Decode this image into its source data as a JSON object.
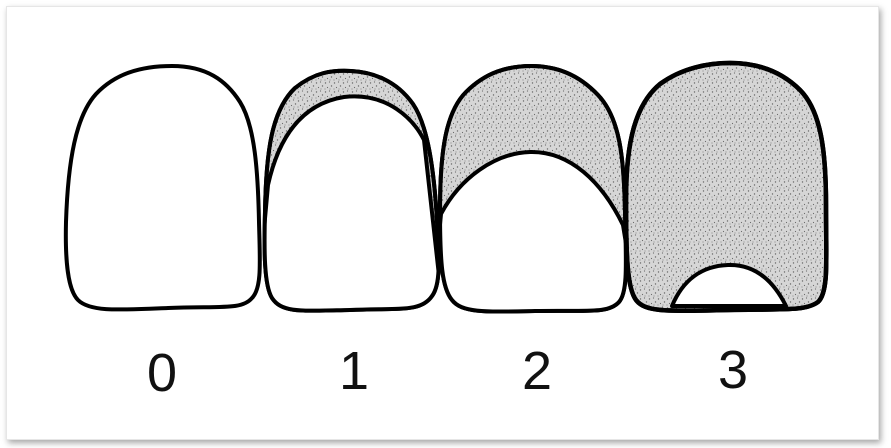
{
  "diagram": {
    "teeth": [
      {
        "label": "0"
      },
      {
        "label": "1"
      },
      {
        "label": "2"
      },
      {
        "label": "3"
      }
    ]
  },
  "colors": {
    "outline": "#000000",
    "stipple_fill": "#d6d6d6",
    "stipple_dots": "#6a6a6a",
    "background": "#ffffff"
  }
}
